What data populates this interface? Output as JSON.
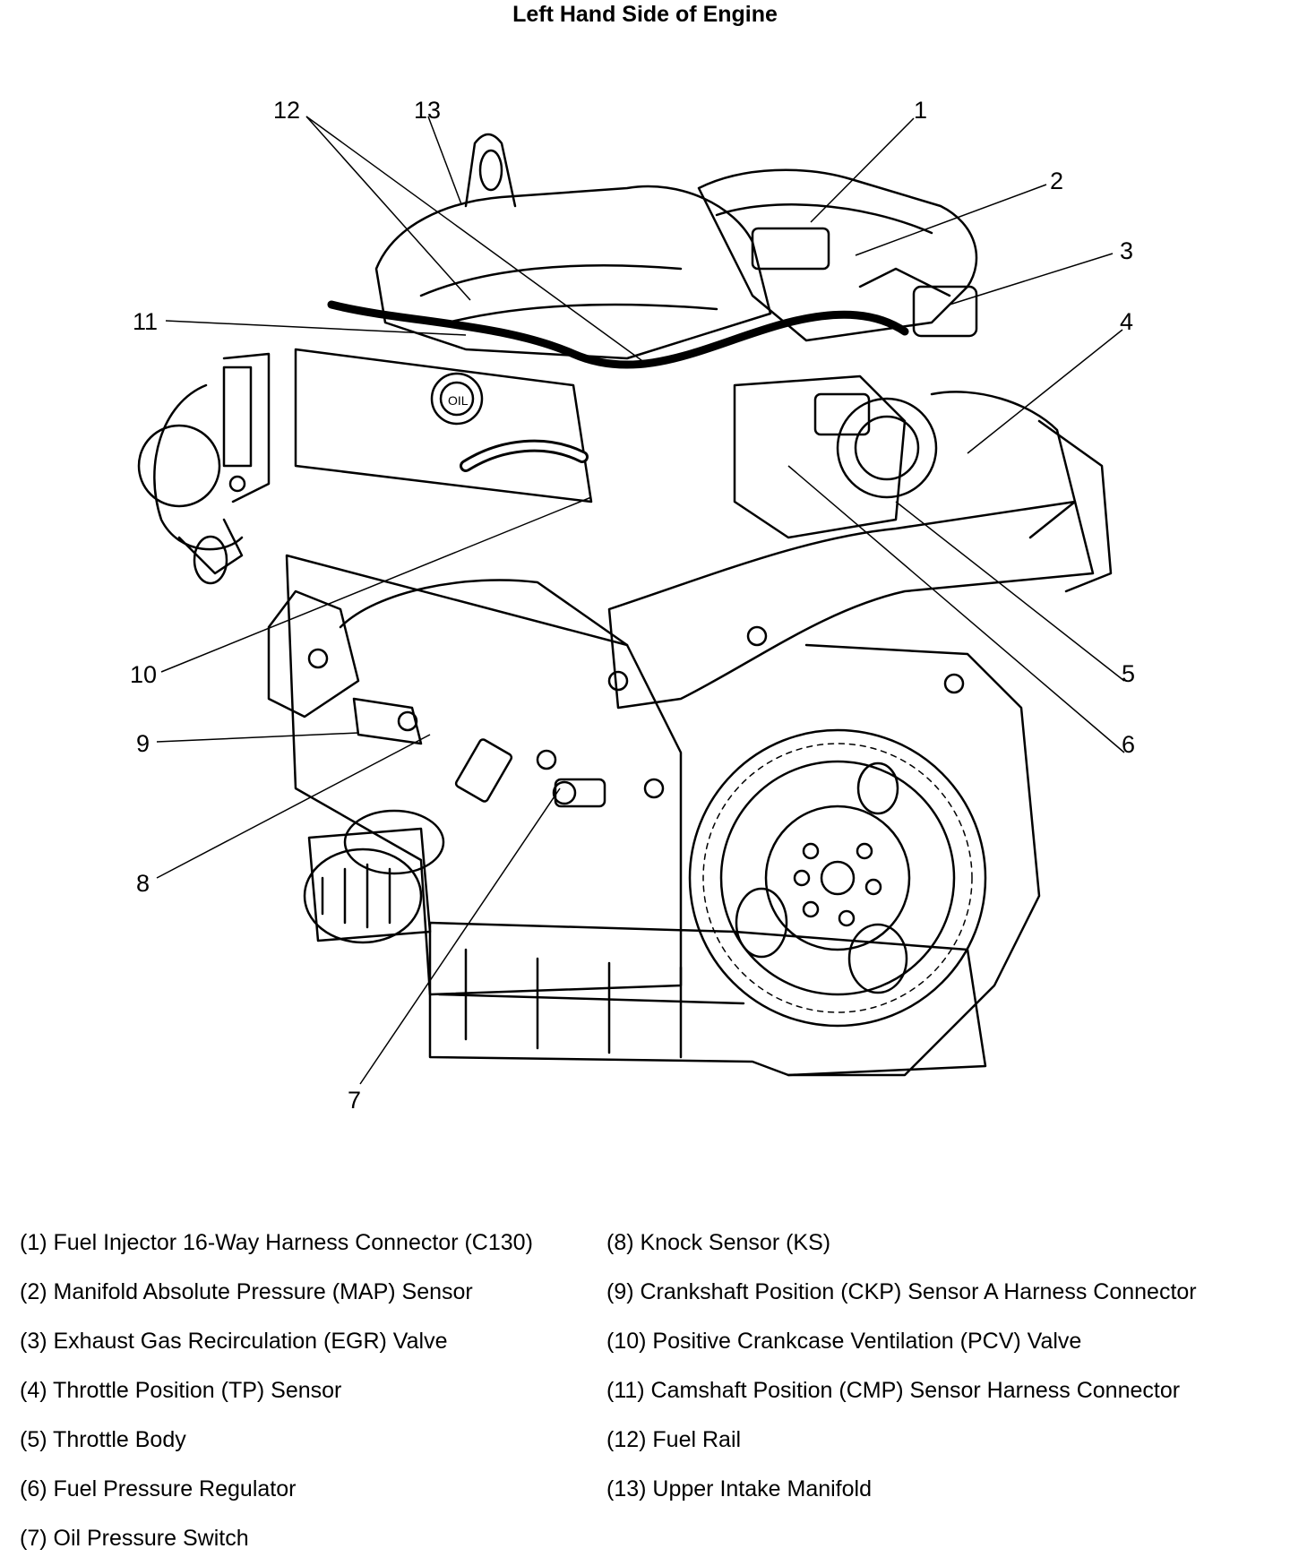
{
  "title": "Left Hand Side of Engine",
  "callouts": {
    "c1": "1",
    "c2": "2",
    "c3": "3",
    "c4": "4",
    "c5": "5",
    "c6": "6",
    "c7": "7",
    "c8": "8",
    "c9": "9",
    "c10": "10",
    "c11": "11",
    "c12": "12",
    "c13": "13"
  },
  "legend": [
    "(1) Fuel Injector 16-Way Harness Connector (C130)",
    "(2) Manifold Absolute Pressure (MAP) Sensor",
    "(3) Exhaust Gas Recirculation (EGR) Valve",
    "(4) Throttle Position (TP) Sensor",
    "(5) Throttle Body",
    "(6) Fuel Pressure Regulator",
    "(7) Oil Pressure Switch",
    "(8) Knock Sensor (KS)",
    "(9) Crankshaft Position (CKP) Sensor A Harness Connector",
    "(10) Positive Crankcase Ventilation (PCV) Valve",
    "(11) Camshaft Position (CMP) Sensor Harness Connector",
    "(12) Fuel Rail",
    "(13) Upper Intake Manifold"
  ]
}
